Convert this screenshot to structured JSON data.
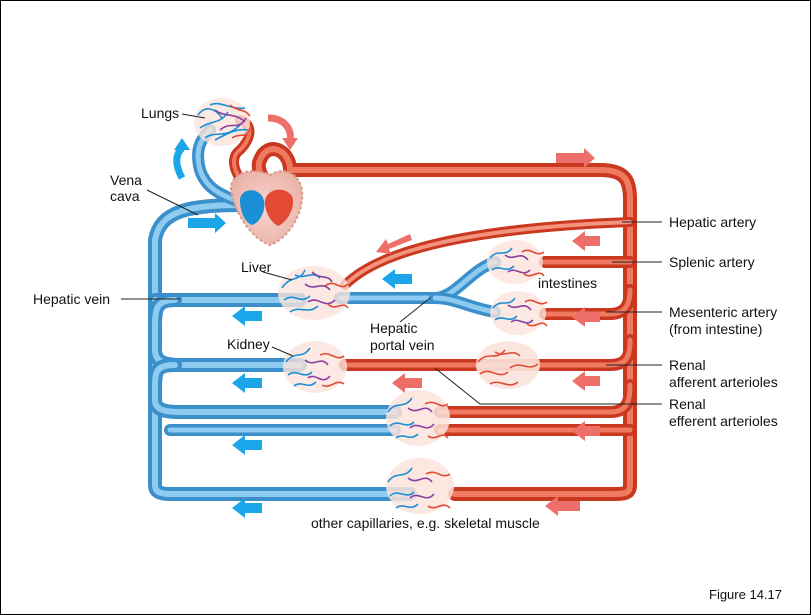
{
  "labels": {
    "lungs": "Lungs",
    "vena_cava_1": "Vena",
    "vena_cava_2": "cava",
    "hepatic_vein": "Hepatic vein",
    "liver": "Liver",
    "kidney": "Kidney",
    "hepatic_portal_1": "Hepatic",
    "hepatic_portal_2": "portal vein",
    "intestines": "intestines",
    "hepatic_artery": "Hepatic artery",
    "splenic_artery": "Splenic artery",
    "mesenteric_1": "Mesenteric artery",
    "mesenteric_2": "(from intestine)",
    "renal_aff_1": "Renal",
    "renal_aff_2": "afferent arterioles",
    "renal_eff_1": "Renal",
    "renal_eff_2": "efferent arterioles",
    "other_capillaries": "other capillaries, e.g. skeletal muscle",
    "figure": "Figure 14.17"
  },
  "colors": {
    "artery": "#e8533e",
    "vein": "#5aa9e0",
    "arrow_red": "#ee6f6a",
    "arrow_blue": "#1aa6e8",
    "capillary_purple": "#8a3fa0"
  }
}
